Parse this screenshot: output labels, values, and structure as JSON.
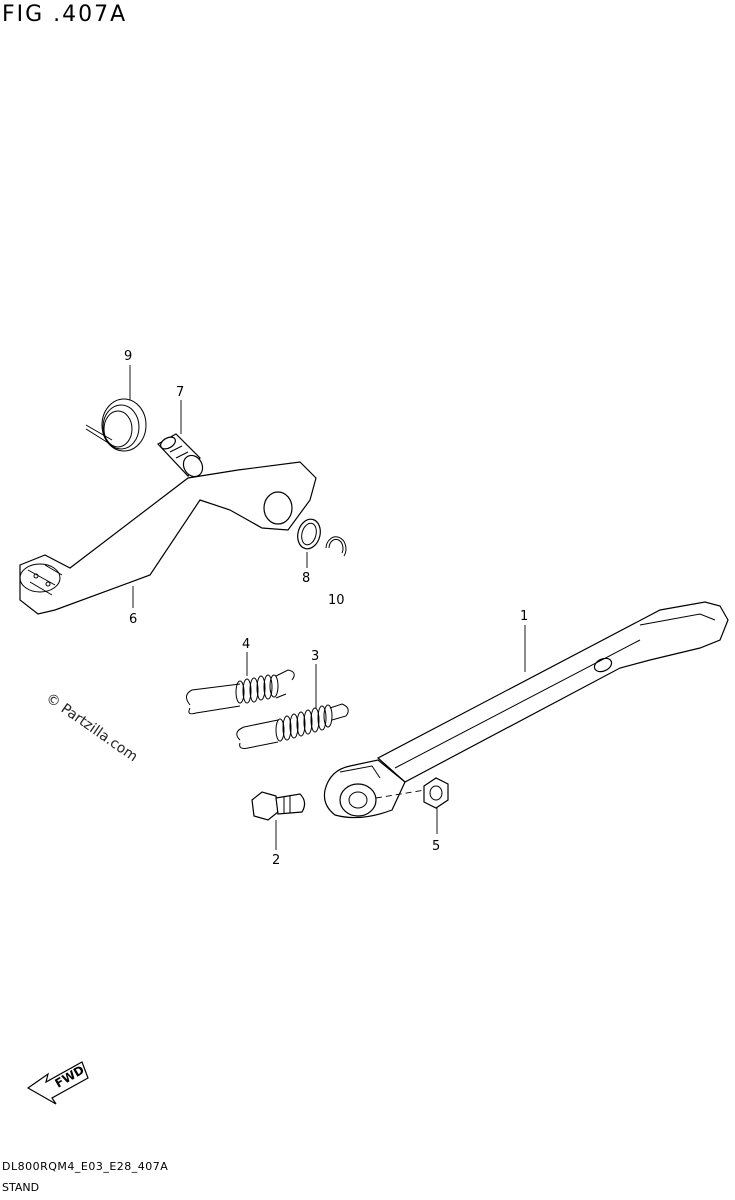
{
  "figure": {
    "title": "FIG .407A",
    "code": "DL800RQM4_E03_E28_407A",
    "name": "STAND"
  },
  "watermark": "© Partzilla.com",
  "fwd_label": "FWD",
  "callouts": [
    {
      "id": "1",
      "label": "1"
    },
    {
      "id": "2",
      "label": "2"
    },
    {
      "id": "3",
      "label": "3"
    },
    {
      "id": "4",
      "label": "4"
    },
    {
      "id": "5",
      "label": "5"
    },
    {
      "id": "6",
      "label": "6"
    },
    {
      "id": "7",
      "label": "7"
    },
    {
      "id": "8",
      "label": "8"
    },
    {
      "id": "9",
      "label": "9"
    },
    {
      "id": "10",
      "label": "10"
    }
  ]
}
